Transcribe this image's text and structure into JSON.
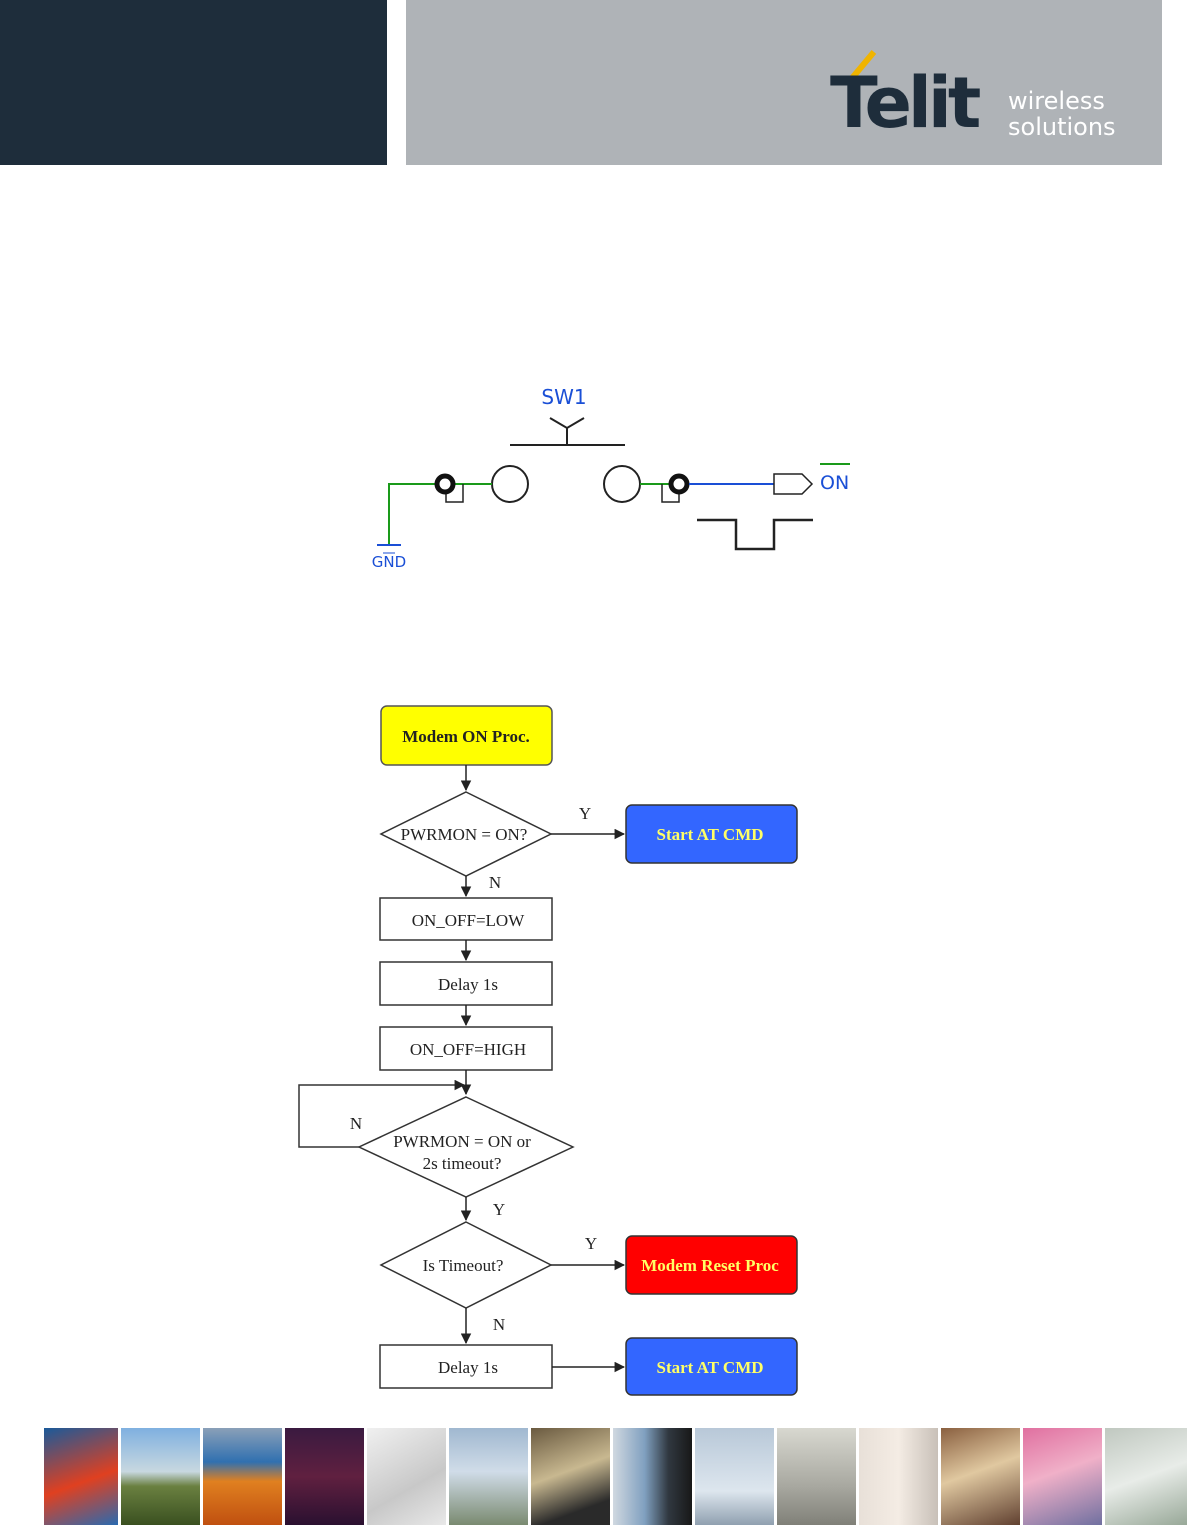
{
  "header": {
    "brand": "Telit",
    "tagline_line1": "wireless",
    "tagline_line2": "solutions"
  },
  "schematic": {
    "switch_label": "SW1",
    "gnd_label": "GND",
    "signal_label": "ON"
  },
  "flowchart": {
    "start": "Modem ON Proc.",
    "decision1": "PWRMON = ON?",
    "decision1_yes": "Y",
    "decision1_no": "N",
    "start_at_cmd_1": "Start AT CMD",
    "step_on_off_low": "ON_OFF=LOW",
    "step_delay_1": "Delay 1s",
    "step_on_off_high": "ON_OFF=HIGH",
    "decision2_line1": "PWRMON = ON or",
    "decision2_line2": "2s timeout?",
    "decision2_no": "N",
    "decision2_yes": "Y",
    "decision3": "Is Timeout?",
    "decision3_yes": "Y",
    "decision3_no": "N",
    "reset_proc": "Modem Reset Proc",
    "step_delay_2": "Delay 1s",
    "start_at_cmd_2": "Start AT CMD"
  },
  "colors": {
    "header_dark": "#1e2d3b",
    "header_gray": "#afb3b7",
    "start_box": "#ffff00",
    "at_cmd_box": "#3366ff",
    "reset_box": "#ff0000",
    "at_cmd_text": "#ffff66"
  },
  "footer_strip": {
    "photos": [
      "highway-photo",
      "phone-pole-photo",
      "shipping-containers-photo",
      "clock-display-photo",
      "keyboard-photo",
      "cyclist-photo",
      "atm-photo",
      "vending-machine-photo",
      "wind-turbines-photo",
      "utility-meter-photo",
      "pipes-photo",
      "crowd-photo",
      "printing-photo",
      "security-camera-photo"
    ]
  }
}
